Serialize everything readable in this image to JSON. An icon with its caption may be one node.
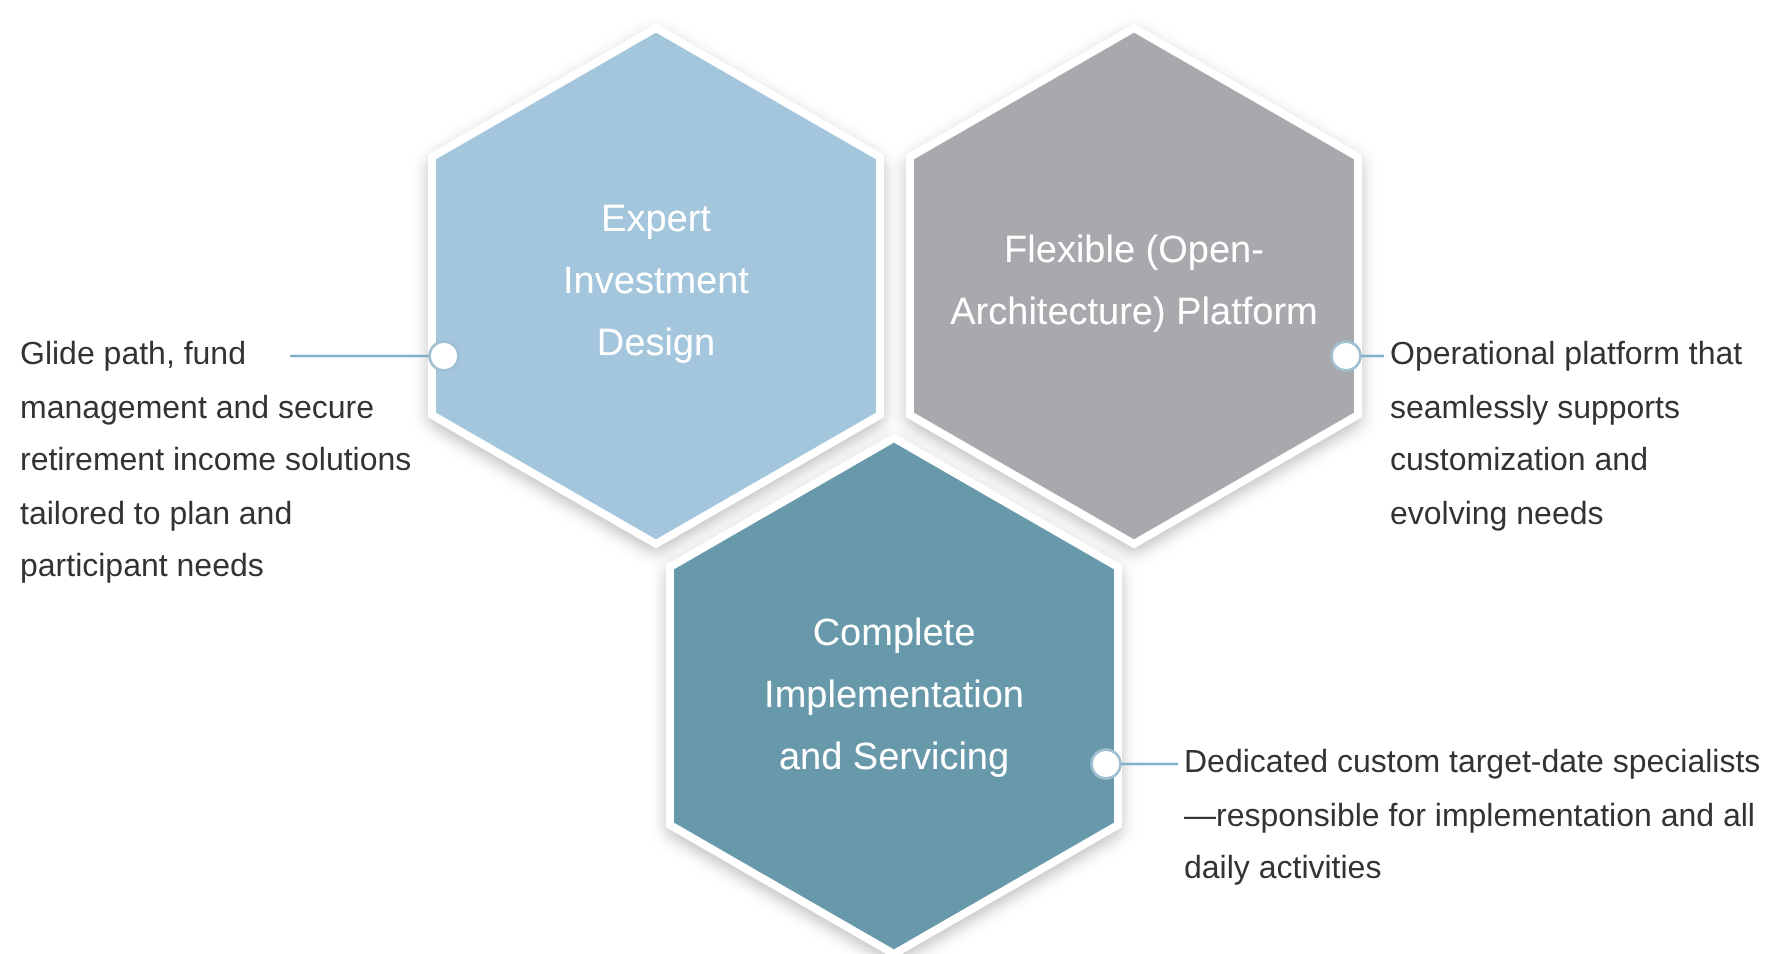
{
  "diagram": {
    "nodes": [
      {
        "text": [
          "Expert Investment Design"
        ]
      },
      {
        "text": [
          "Flexible (Open-Architecture) Platform"
        ]
      },
      {
        "text": [
          "Complete Implementation and Servicing"
        ]
      },
      {
        "text": [
          "Glide path, fund management and secure retirement income solutions tailored to plan and participant needs"
        ]
      },
      {
        "text": [
          "Operational platform that seamlessly supports customization and evolving needs"
        ]
      },
      {
        "text": [
          "Dedicated custom target-date specialists—responsible for implementation and all daily activities"
        ]
      }
    ],
    "edges": [
      {
        "from": 3,
        "to": 0,
        "arrow": "other"
      },
      {
        "from": 4,
        "to": 1,
        "arrow": "other"
      },
      {
        "from": 5,
        "to": 2,
        "arrow": "other"
      }
    ]
  }
}
